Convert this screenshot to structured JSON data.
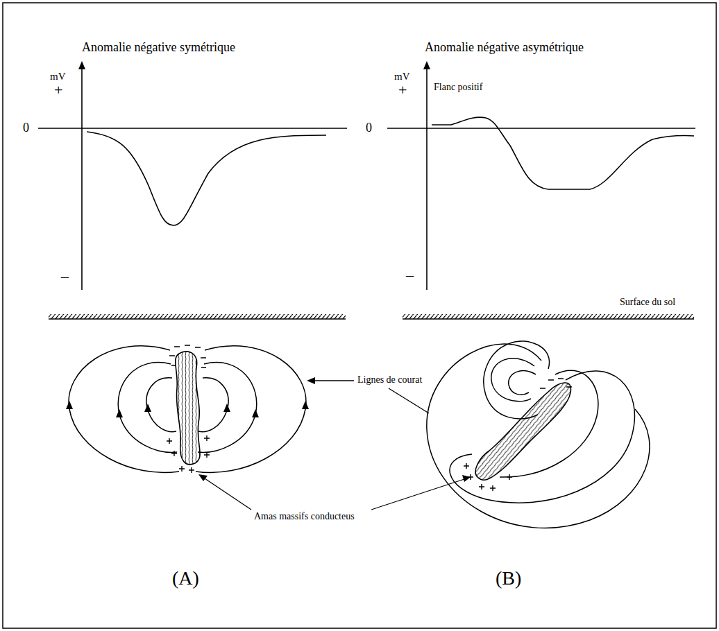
{
  "diagram": {
    "labels": [
      "Anomalie négative symétrique",
      "Anomalie négative asymétrique",
      "mV",
      "+",
      "0",
      "–",
      "mV",
      "+",
      "0",
      "–",
      "Flanc positif",
      "Surface du sol",
      "Lignes de courat",
      "Amas massifs conducteus",
      "(A)",
      "(B)"
    ]
  }
}
